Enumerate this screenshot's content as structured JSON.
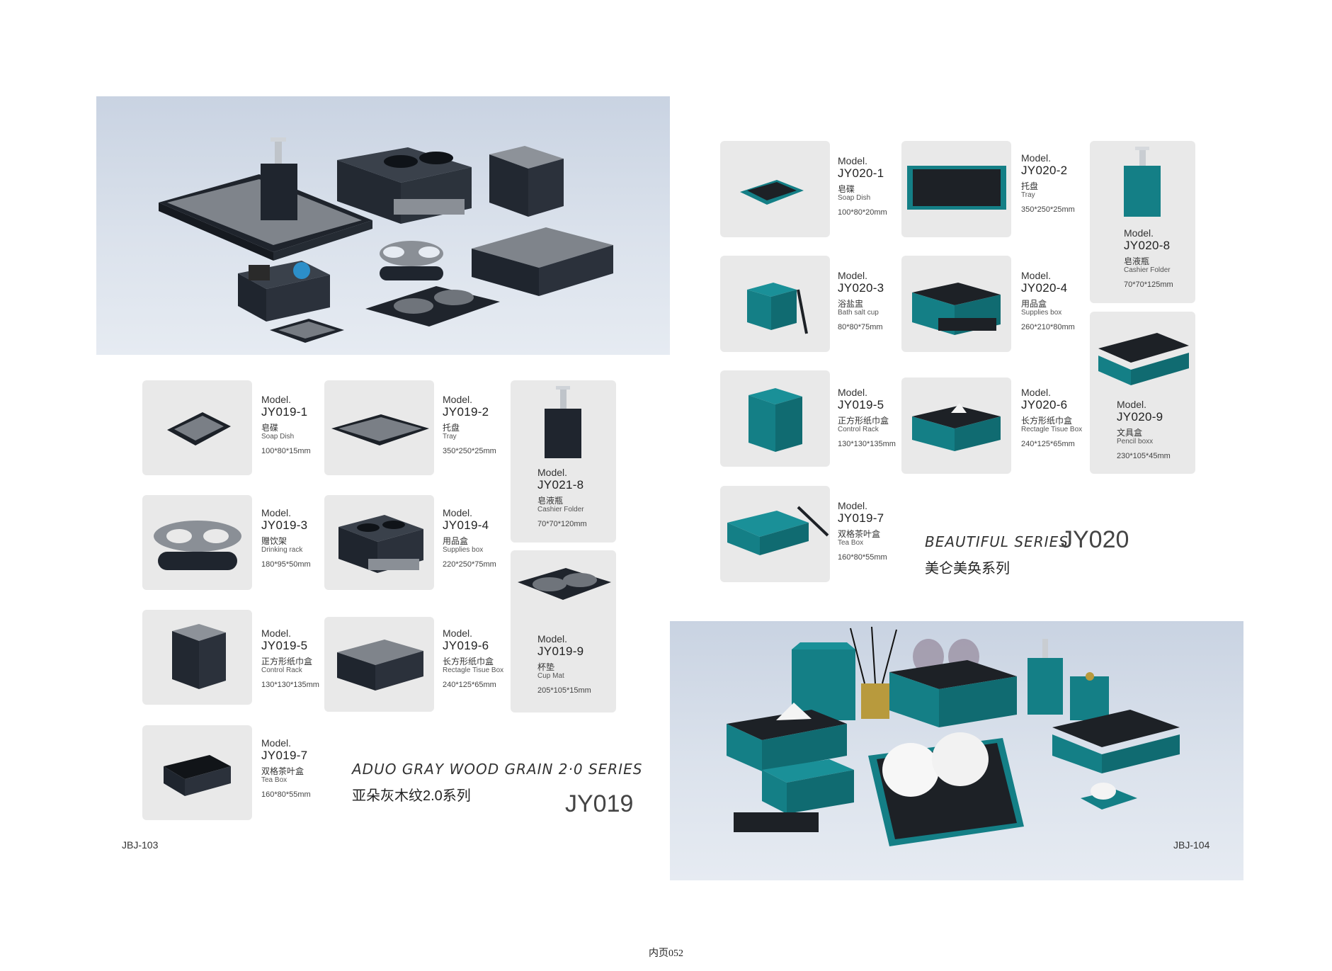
{
  "left": {
    "items": [
      {
        "model_label": "Model.",
        "model": "JY019-1",
        "cn": "皂碟",
        "en": "Soap Dish",
        "dim": "100*80*15mm"
      },
      {
        "model_label": "Model.",
        "model": "JY019-2",
        "cn": "托盘",
        "en": "Tray",
        "dim": "350*250*25mm"
      },
      {
        "model_label": "Model.",
        "model": "JY021-8",
        "cn": "皂液瓶",
        "en": "Cashier Folder",
        "dim": "70*70*120mm"
      },
      {
        "model_label": "Model.",
        "model": "JY019-3",
        "cn": "赠饮架",
        "en": "Drinking rack",
        "dim": "180*95*50mm"
      },
      {
        "model_label": "Model.",
        "model": "JY019-4",
        "cn": "用品盒",
        "en": "Supplies box",
        "dim": "220*250*75mm"
      },
      {
        "model_label": "Model.",
        "model": "JY019-9",
        "cn": "杯垫",
        "en": "Cup Mat",
        "dim": "205*105*15mm"
      },
      {
        "model_label": "Model.",
        "model": "JY019-5",
        "cn": "正方形纸巾盒",
        "en": "Control Rack",
        "dim": "130*130*135mm"
      },
      {
        "model_label": "Model.",
        "model": "JY019-6",
        "cn": "长方形纸巾盒",
        "en": "Rectagle Tisue Box",
        "dim": "240*125*65mm"
      },
      {
        "model_label": "Model.",
        "model": "JY019-7",
        "cn": "双格茶叶盒",
        "en": "Tea Box",
        "dim": "160*80*55mm"
      }
    ],
    "series_en": "ADUO GRAY WOOD GRAIN 2·0 SERIES",
    "series_cn": "亚朵灰木纹2.0系列",
    "series_code": "JY019",
    "page_no": "JBJ-103"
  },
  "right": {
    "items": [
      {
        "model_label": "Model.",
        "model": "JY020-1",
        "cn": "皂碟",
        "en": "Soap Dish",
        "dim": "100*80*20mm"
      },
      {
        "model_label": "Model.",
        "model": "JY020-2",
        "cn": "托盘",
        "en": "Tray",
        "dim": "350*250*25mm"
      },
      {
        "model_label": "Model.",
        "model": "JY020-8",
        "cn": "皂液瓶",
        "en": "Cashier Folder",
        "dim": "70*70*125mm"
      },
      {
        "model_label": "Model.",
        "model": "JY020-3",
        "cn": "浴盐盅",
        "en": "Bath salt cup",
        "dim": "80*80*75mm"
      },
      {
        "model_label": "Model.",
        "model": "JY020-4",
        "cn": "用品盒",
        "en": "Supplies box",
        "dim": "260*210*80mm"
      },
      {
        "model_label": "Model.",
        "model": "JY019-5",
        "cn": "正方形纸巾盒",
        "en": "Control Rack",
        "dim": "130*130*135mm"
      },
      {
        "model_label": "Model.",
        "model": "JY020-6",
        "cn": "长方形纸巾盒",
        "en": "Rectagle Tisue Box",
        "dim": "240*125*65mm"
      },
      {
        "model_label": "Model.",
        "model": "JY020-9",
        "cn": "文具盒",
        "en": "Pencil boxx",
        "dim": "230*105*45mm"
      },
      {
        "model_label": "Model.",
        "model": "JY019-7",
        "cn": "双格茶叶盒",
        "en": "Tea Box",
        "dim": "160*80*55mm"
      }
    ],
    "series_en": "BEAUTIFUL SERIES",
    "series_cn": "美仑美奂系列",
    "series_code": "JY020",
    "page_no": "JBJ-104"
  },
  "footer": "内页052",
  "colors": {
    "gray_series": "#2b313b",
    "teal_series": "#147f86",
    "wood": "#8a8f96"
  }
}
